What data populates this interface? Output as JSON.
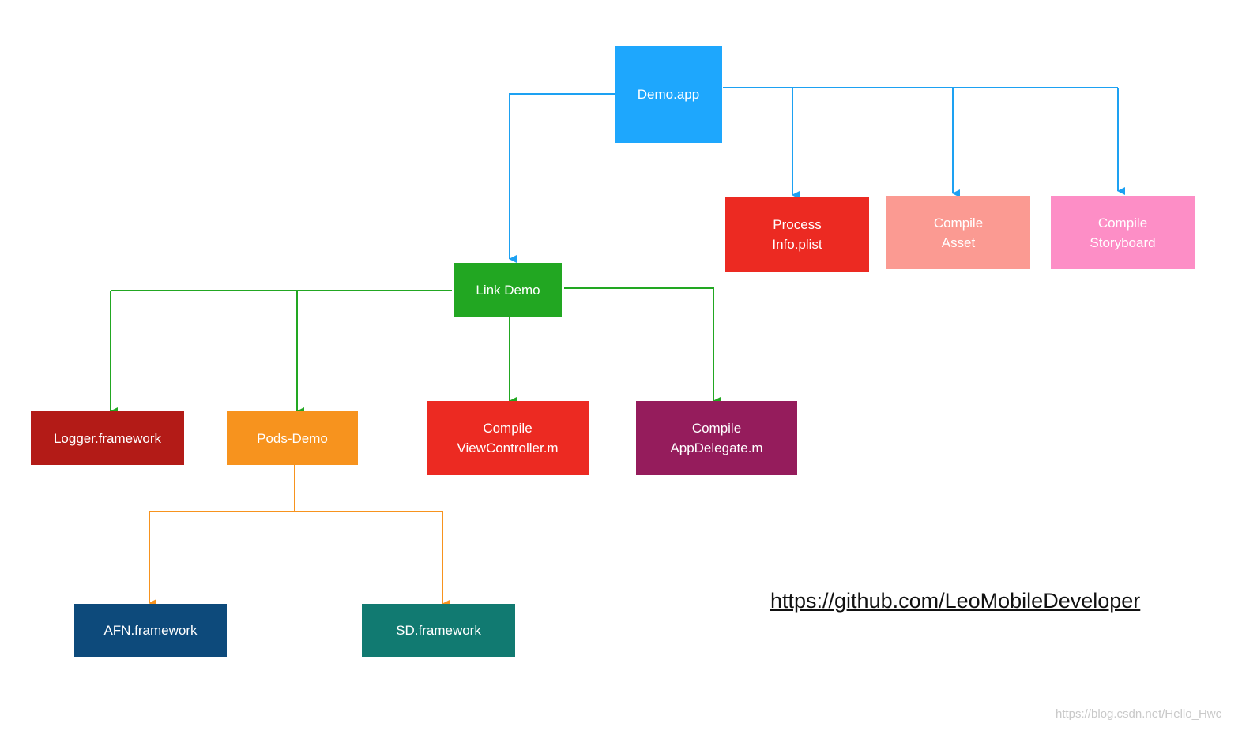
{
  "colors": {
    "blue_edge": "#1da1f2",
    "green_edge": "#22a722",
    "orange_edge": "#f7931e"
  },
  "nodes": {
    "demo_app": {
      "lines": [
        "Demo.app"
      ],
      "color": "#1ea7fd"
    },
    "process_info_plist": {
      "lines": [
        "Process",
        "Info.plist"
      ],
      "color": "#ec2a22"
    },
    "compile_asset": {
      "lines": [
        "Compile",
        "Asset"
      ],
      "color": "#fb9a92"
    },
    "compile_storyboard": {
      "lines": [
        "Compile",
        "Storyboard"
      ],
      "color": "#fd8ec6"
    },
    "link_demo": {
      "lines": [
        "Link Demo"
      ],
      "color": "#22a722"
    },
    "logger_framework": {
      "lines": [
        "Logger.framework"
      ],
      "color": "#b31b17"
    },
    "pods_demo": {
      "lines": [
        "Pods-Demo"
      ],
      "color": "#f7931e"
    },
    "compile_viewcontroller": {
      "lines": [
        "Compile",
        "ViewController.m"
      ],
      "color": "#ec2a22"
    },
    "compile_appdelegate": {
      "lines": [
        "Compile",
        "AppDelegate.m"
      ],
      "color": "#951c5c"
    },
    "afn_framework": {
      "lines": [
        "AFN.framework"
      ],
      "color": "#0d4a7b"
    },
    "sd_framework": {
      "lines": [
        "SD.framework"
      ],
      "color": "#117a71"
    }
  },
  "link_url": "https://github.com/LeoMobileDeveloper",
  "watermark": "https://blog.csdn.net/Hello_Hwc"
}
